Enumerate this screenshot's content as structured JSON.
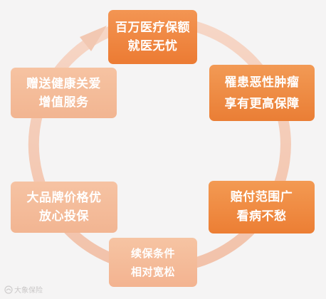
{
  "diagram": {
    "items": [
      {
        "line1": "百万医疗保额",
        "line2": "就医无忧"
      },
      {
        "line1": "罹患恶性肿瘤",
        "line2": "享有更高保障"
      },
      {
        "line1": "赔付范围广",
        "line2": "看病不愁"
      },
      {
        "line1": "续保条件",
        "line2": "相对宽松"
      },
      {
        "line1": "大品牌价格优",
        "line2": "放心投保"
      },
      {
        "line1": "赠送健康关爱",
        "line2": "增值服务"
      }
    ],
    "watermark": "大象保险"
  },
  "colors": {
    "primary": "#ec7b33",
    "light": "#f3b591",
    "ring": "#f4cdb8",
    "background": "#f5f4f4"
  }
}
